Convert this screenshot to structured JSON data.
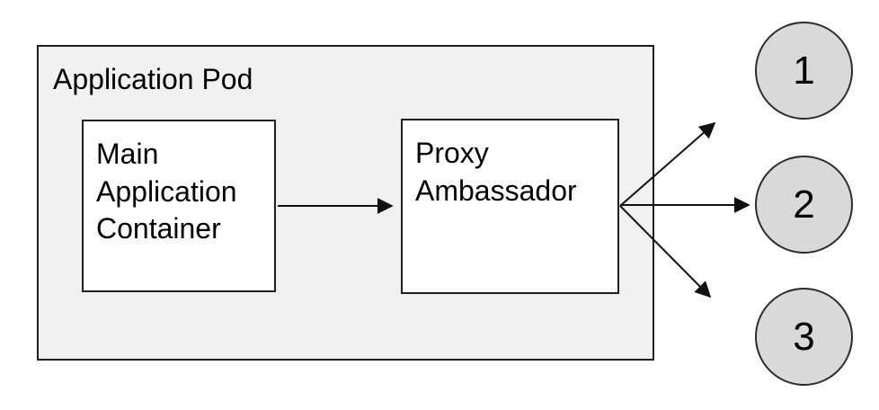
{
  "diagram": {
    "pod_label": "Application Pod",
    "nodes": [
      {
        "id": "main-application-container",
        "label": "Main Application Container"
      },
      {
        "id": "proxy-ambassador",
        "label": "Proxy Ambassador"
      }
    ],
    "services": [
      {
        "id": "service-1",
        "label": "1"
      },
      {
        "id": "service-2",
        "label": "2"
      },
      {
        "id": "service-3",
        "label": "3"
      }
    ],
    "edges": [
      {
        "from": "main-application-container",
        "to": "proxy-ambassador"
      },
      {
        "from": "proxy-ambassador",
        "to": "service-1"
      },
      {
        "from": "proxy-ambassador",
        "to": "service-2"
      },
      {
        "from": "proxy-ambassador",
        "to": "service-3"
      }
    ],
    "colors": {
      "background": "#ffffff",
      "pod_fill": "#f1f1f1",
      "node_fill": "#ffffff",
      "service_fill": "#d9d9d9",
      "stroke": "#1f1f1f",
      "arrow": "#111111",
      "text": "#000000"
    }
  }
}
